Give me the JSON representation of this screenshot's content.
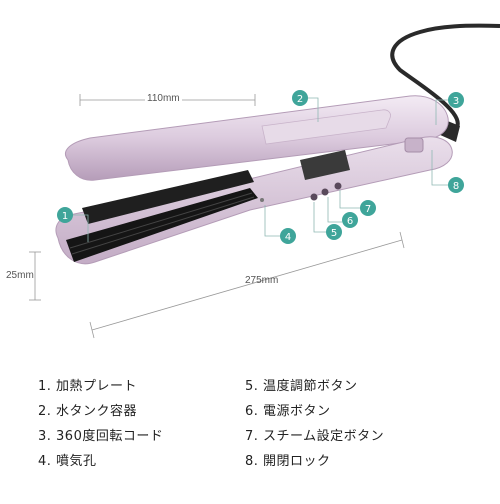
{
  "dimensions": {
    "length_top": "110mm",
    "length_total": "275mm",
    "plate_width": "25mm"
  },
  "callout_numbers": [
    "1",
    "2",
    "3",
    "4",
    "5",
    "6",
    "7",
    "8"
  ],
  "legend": [
    "1. 加熱プレート",
    "2. 水タンク容器",
    "3. 360度回転コード",
    "4. 噴気孔",
    "5. 温度調節ボタン",
    "6. 電源ボタン",
    "7. スチーム設定ボタン",
    "8. 開閉ロック"
  ],
  "colors": {
    "body": "#d9c7db",
    "body_light": "#efe5f0",
    "body_dark": "#b39ab6",
    "plate": "#151515",
    "callout": "#3fa59a",
    "cord": "#2a2a2a"
  }
}
